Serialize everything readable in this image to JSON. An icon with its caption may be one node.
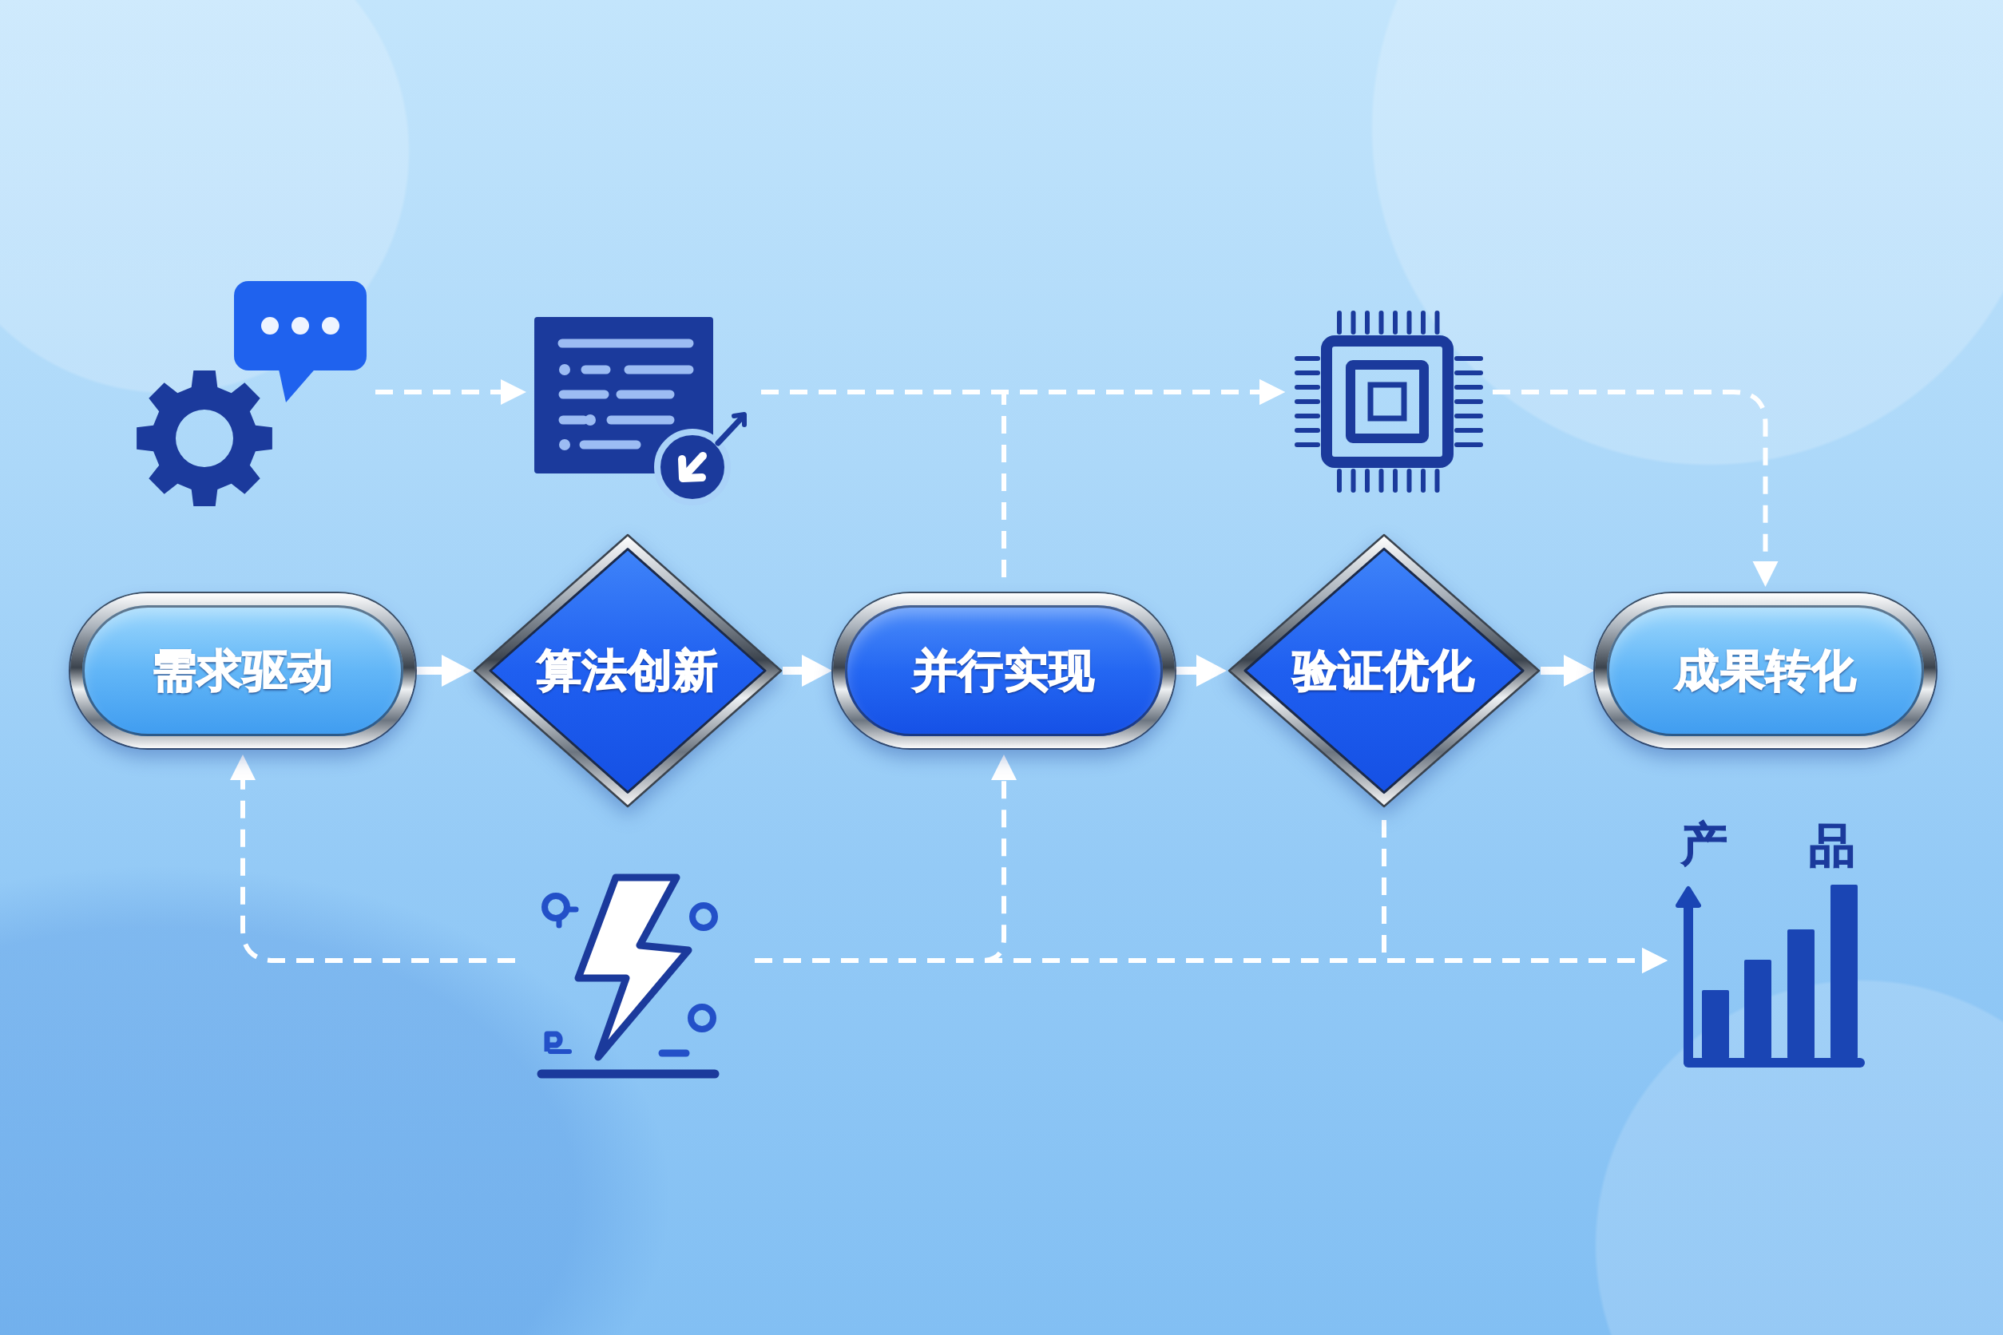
{
  "diagram": {
    "nodes": [
      {
        "text": [],
        "shape": "picture"
      },
      {
        "text": [],
        "shape": "picture"
      },
      {
        "text": [],
        "shape": "picture"
      },
      {
        "text": [
          "需求驱动"
        ]
      },
      {
        "text": [
          "算法创新"
        ]
      },
      {
        "text": [
          "并行实现"
        ]
      },
      {
        "text": [
          "验证优化"
        ]
      },
      {
        "text": [
          "成果转化"
        ]
      },
      {
        "text": [],
        "shape": "picture"
      },
      {
        "text": [
          "产",
          "品"
        ]
      }
    ],
    "edges": [
      {
        "from": 3,
        "to": 4,
        "arrow": "to"
      },
      {
        "from": 4,
        "to": 5,
        "arrow": "to"
      },
      {
        "from": 5,
        "to": 6,
        "arrow": "to"
      },
      {
        "from": 6,
        "to": 7,
        "arrow": "to"
      },
      {
        "from": 0,
        "to": 1,
        "arrow": "to",
        "style": "dashed"
      },
      {
        "from": 1,
        "to": 2,
        "arrow": "to",
        "style": "dashed"
      },
      {
        "from": 5,
        "to": 2,
        "arrow": "to",
        "style": "dashed"
      },
      {
        "from": 2,
        "to": 7,
        "arrow": "to",
        "style": "dashed"
      },
      {
        "from": 8,
        "to": 3,
        "arrow": "to",
        "style": "dashed"
      },
      {
        "from": 8,
        "to": 9,
        "arrow": "to",
        "style": "dashed"
      },
      {
        "from": 8,
        "to": 5,
        "arrow": "to",
        "style": "dashed"
      },
      {
        "from": 6,
        "to": 9,
        "arrow": "to",
        "style": "dashed"
      }
    ]
  }
}
